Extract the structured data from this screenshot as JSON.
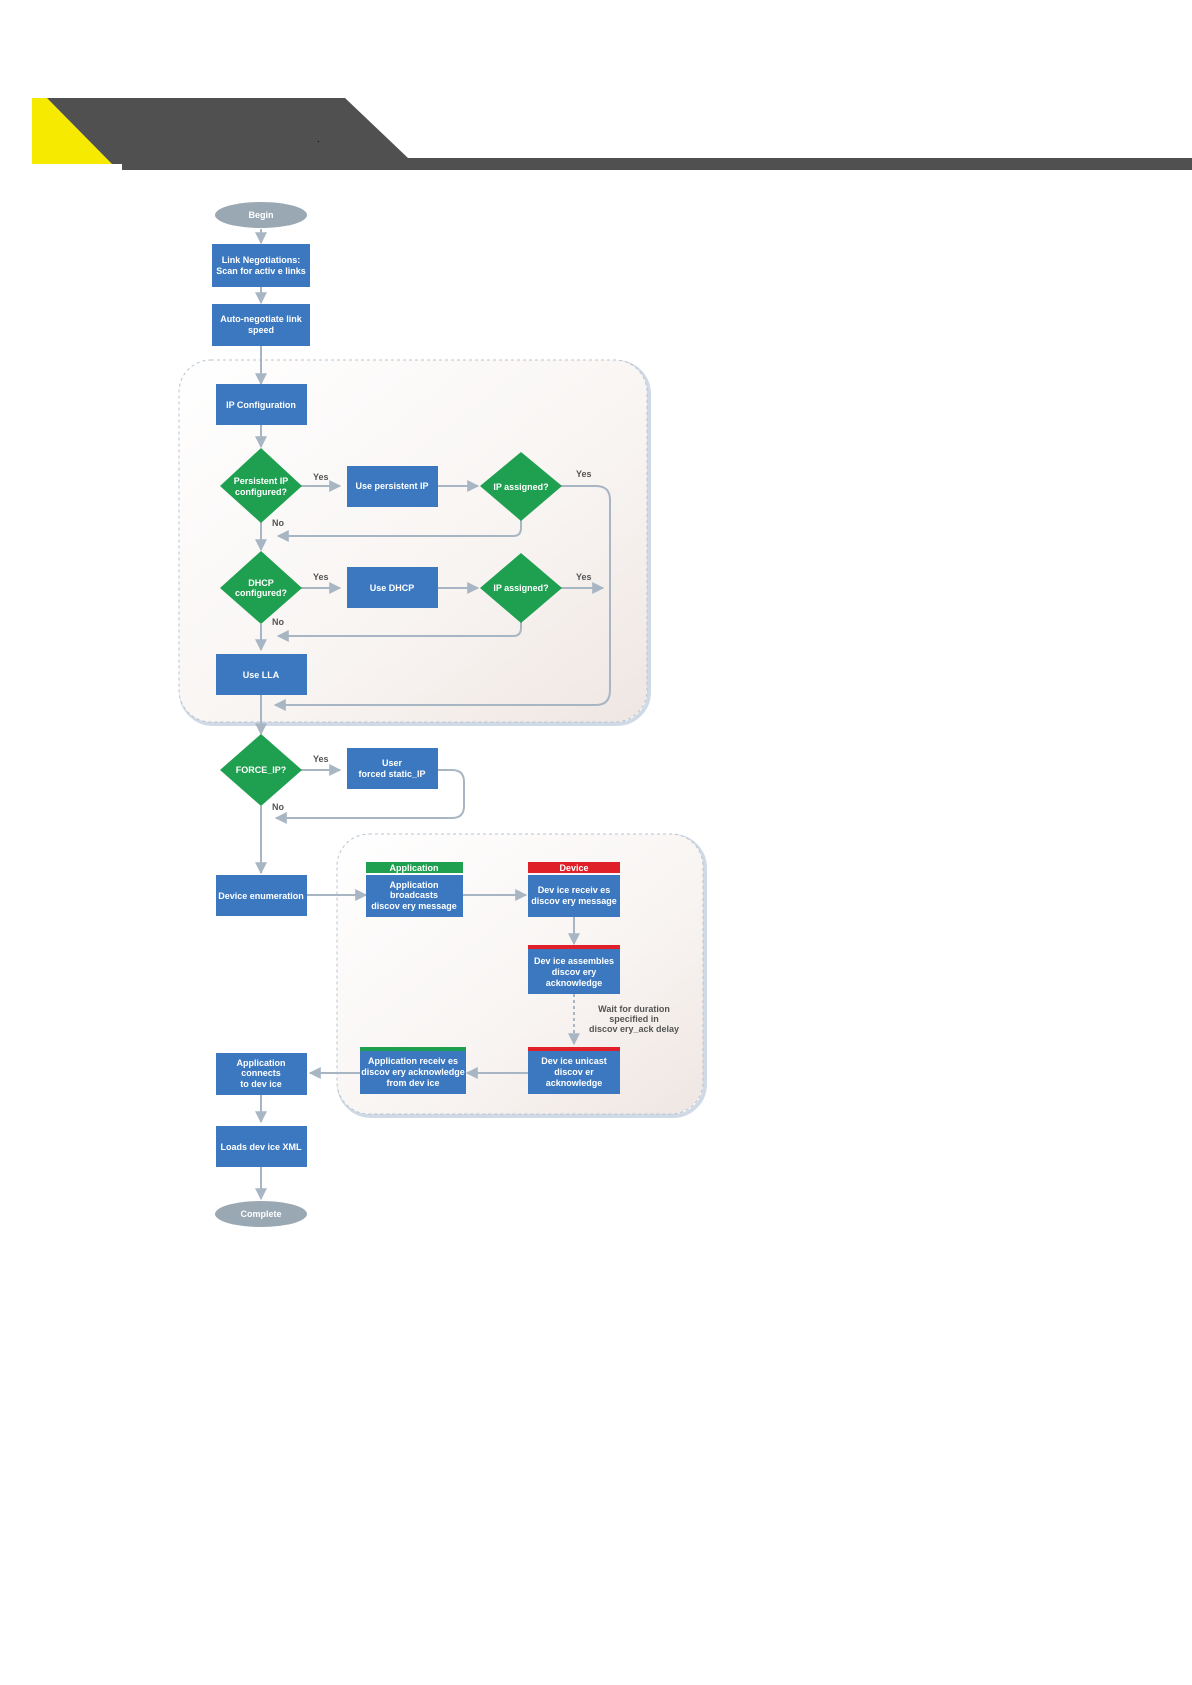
{
  "header": {
    "dot": "."
  },
  "flow": {
    "begin": "Begin",
    "link_negotiations": [
      "Link Negotiations:",
      "Scan for activ e links"
    ],
    "auto_negotiate": [
      "Auto-negotiate link",
      "speed"
    ],
    "ip_configuration": "IP Configuration",
    "persistent_ip_q": [
      "Persistent IP",
      "configured?"
    ],
    "use_persistent_ip": "Use persistent IP",
    "ip_assigned_1": "IP assigned?",
    "dhcp_q": [
      "DHCP",
      "configured?"
    ],
    "use_dhcp": "Use DHCP",
    "ip_assigned_2": "IP assigned?",
    "use_lla": "Use LLA",
    "force_ip_q": "FORCE_IP?",
    "user_forced": [
      "User",
      "forced static_IP"
    ],
    "device_enumeration": "Device enumeration",
    "application_header": "Application",
    "device_header": "Device",
    "app_broadcasts": [
      "Application",
      "broadcasts",
      "discov ery message"
    ],
    "device_receives": [
      "Dev ice receiv es",
      "discov ery message"
    ],
    "device_assembles": [
      "Dev ice assembles",
      "discov ery",
      "acknowledge"
    ],
    "wait_note": [
      "Wait for duration",
      "specified in",
      "discov ery_ack delay"
    ],
    "device_unicast": [
      "Dev ice unicast",
      "discov er",
      "acknowledge"
    ],
    "app_receives": [
      "Application receiv es",
      "discov ery acknowledge",
      "from dev ice"
    ],
    "app_connects": [
      "Application",
      "connects",
      "to dev ice"
    ],
    "loads_xml": "Loads dev ice XML",
    "complete": "Complete",
    "yes": "Yes",
    "no": "No"
  },
  "colors": {
    "process_box": "#3b78c0",
    "decision": "#1ea050",
    "terminal": "#9aa8b4",
    "connector": "#a8b6c4",
    "application_tag": "#1ea050",
    "device_tag": "#e02028",
    "header_dark": "#505050",
    "header_accent": "#f5ea00"
  }
}
